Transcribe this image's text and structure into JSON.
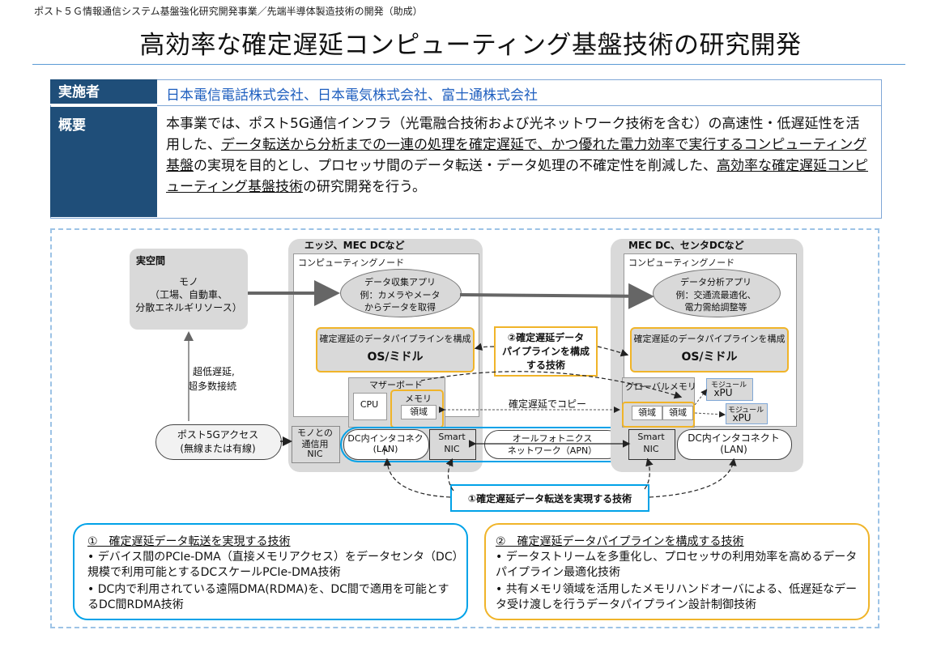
{
  "header": {
    "top_label": "ポスト５Ｇ情報通信システム基盤強化研究開発事業／先端半導体製造技術の開発（助成）",
    "title": "高効率な確定遅延コンピューティング基盤技術の研究開発"
  },
  "info": {
    "implementers_label": "実施者",
    "implementers": "日本電信電話株式会社、日本電気株式会社、富士通株式会社",
    "summary_label": "概要",
    "summary_parts": {
      "p1": "本事業では、ポスト5G通信インフラ（光電融合技術および光ネットワーク技術を含む）の高速性・低遅延性を活用した、",
      "p2_u": "データ転送から分析までの一連の処理を確定遅延で、かつ優れた電力効率で実行するコンピューティング基盤",
      "p3": "の実現を目的とし、プロセッサ間のデータ転送・データ処理の不確定性を削減した、",
      "p4_u": "高効率な確定遅延コンピューティング基盤技術",
      "p5": "の研究開発を行う。"
    }
  },
  "diagram": {
    "real_space": {
      "title": "実空間",
      "line1": "モノ",
      "line2": "（工場、自動車、",
      "line3": "分散エネルギリソース）"
    },
    "latency_note": {
      "line1": "超低遅延,",
      "line2": "超多数接続"
    },
    "access": {
      "line1": "ポスト5Gアクセス",
      "line2": "(無線または有線)"
    },
    "edge": {
      "title": "エッジ、MEC DCなど",
      "node_label": "コンピューティングノード",
      "app": {
        "line1": "データ収集アプリ",
        "line2": "例：カメラやメータ",
        "line3": "からデータを取得"
      },
      "pipeline_label": "確定遅延のデータパイプラインを構成",
      "os_label": "OS/ミドル",
      "motherboard": "マザーボード",
      "cpu": "CPU",
      "memory": "メモリ",
      "region": "領域",
      "nic_comm": {
        "line1": "モノとの",
        "line2": "通信用",
        "line3": "NIC"
      },
      "dc_interconnect": {
        "line1": "DC内インタコネクト",
        "line2": "(LAN)"
      },
      "smart_nic": {
        "line1": "Smart",
        "line2": "NIC"
      }
    },
    "center": {
      "tech2": {
        "line1": "②確定遅延データ",
        "line2": "パイプラインを構成",
        "line3": "する技術"
      },
      "copy_label": "確定遅延でコピー",
      "apn": {
        "line1": "オールフォトニクス",
        "line2": "ネットワーク（APN）"
      },
      "tech1": "①確定遅延データ転送を実現する技術"
    },
    "mec": {
      "title": "MEC DC、センタDCなど",
      "node_label": "コンピューティングノード",
      "app": {
        "line1": "データ分析アプリ",
        "line2": "例：交通流最適化、",
        "line3": "電力需給調整等"
      },
      "pipeline_label": "確定遅延のデータパイプラインを構成",
      "os_label": "OS/ミドル",
      "global_memory": "グローバルメモリ",
      "region1": "領域",
      "region2": "領域",
      "module1": {
        "line1": "モジュール",
        "line2": "xPU"
      },
      "module2": {
        "line1": "モジュール",
        "line2": "xPU"
      },
      "smart_nic": {
        "line1": "Smart",
        "line2": "NIC"
      },
      "dc_interconnect": {
        "line1": "DC内インタコネクト",
        "line2": "(LAN)"
      }
    }
  },
  "bottom": {
    "left": {
      "title": "①　確定遅延データ転送を実現する技術",
      "items": [
        "デバイス間のPCIe-DMA（直接メモリアクセス）をデータセンタ（DC）規模で利用可能とするDCスケールPCIe-DMA技術",
        "DC内で利用されている遠隔DMA(RDMA)を、DC間で適用を可能とするDC間RDMA技術"
      ]
    },
    "right": {
      "title": "②　確定遅延データパイプラインを構成する技術",
      "items": [
        "データストリームを多重化し、プロセッサの利用効率を高めるデータパイプライン最適化技術",
        "共有メモリ領域を活用したメモリハンドオーバによる、低遅延なデータ受け渡しを行うデータパイプライン設計制御技術"
      ]
    }
  },
  "colors": {
    "header_fill": "#1f4e79",
    "accent_blue": "#00a2e8",
    "accent_orange": "#f0b429",
    "title_rule": "#5b9bd5",
    "implementers_text": "#1f5fbf"
  }
}
